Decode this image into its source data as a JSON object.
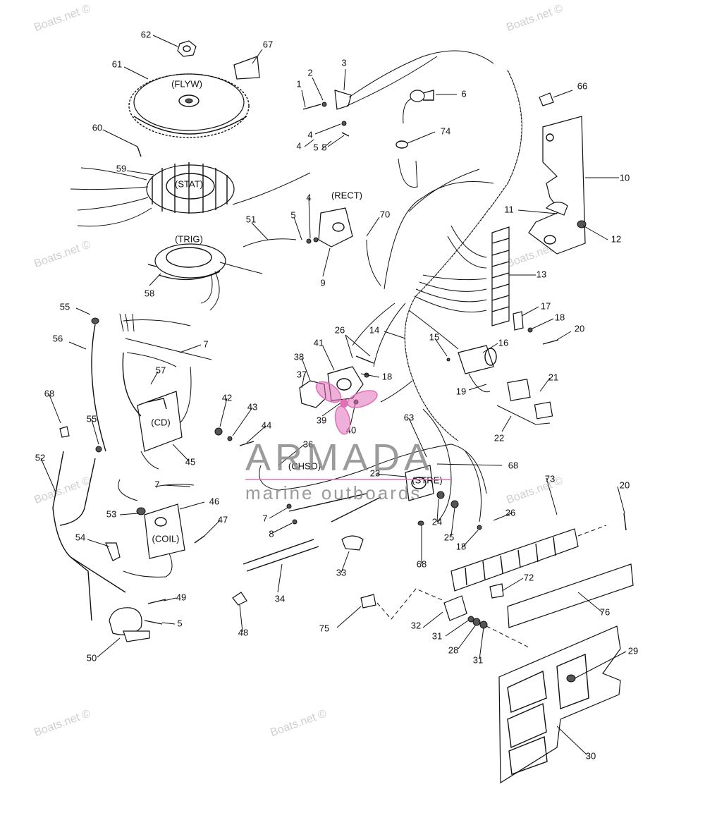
{
  "brand": {
    "logo_main": "ARMADA",
    "logo_sub": "marine outboards",
    "logo_colors": {
      "text": "#8a8a8a",
      "propeller": "#e070b8",
      "rule": "#e070b8"
    }
  },
  "watermark_text": "Boats.net ©",
  "component_tags": [
    "(FLYW)",
    "(STAT)",
    "(TRIG)",
    "(RECT)",
    "(CD)",
    "(COIL)",
    "(CHSO)",
    "(STRE)"
  ],
  "callouts": [
    {
      "num": "1"
    },
    {
      "num": "2"
    },
    {
      "num": "3"
    },
    {
      "num": "4"
    },
    {
      "num": "5"
    },
    {
      "num": "6"
    },
    {
      "num": "66"
    },
    {
      "num": "62"
    },
    {
      "num": "67"
    },
    {
      "num": "61"
    },
    {
      "num": "60"
    },
    {
      "num": "59"
    },
    {
      "num": "4"
    },
    {
      "num": "5"
    },
    {
      "num": "74"
    },
    {
      "num": "10"
    },
    {
      "num": "11"
    },
    {
      "num": "12"
    },
    {
      "num": "5"
    },
    {
      "num": "4"
    },
    {
      "num": "70"
    },
    {
      "num": "51"
    },
    {
      "num": "9"
    },
    {
      "num": "58"
    },
    {
      "num": "13"
    },
    {
      "num": "17"
    },
    {
      "num": "18"
    },
    {
      "num": "20"
    },
    {
      "num": "55"
    },
    {
      "num": "56"
    },
    {
      "num": "7"
    },
    {
      "num": "57"
    },
    {
      "num": "26"
    },
    {
      "num": "14"
    },
    {
      "num": "15"
    },
    {
      "num": "16"
    },
    {
      "num": "38"
    },
    {
      "num": "41"
    },
    {
      "num": "18"
    },
    {
      "num": "37"
    },
    {
      "num": "39"
    },
    {
      "num": "40"
    },
    {
      "num": "19"
    },
    {
      "num": "21"
    },
    {
      "num": "22"
    },
    {
      "num": "68"
    },
    {
      "num": "42"
    },
    {
      "num": "43"
    },
    {
      "num": "44"
    },
    {
      "num": "55"
    },
    {
      "num": "45"
    },
    {
      "num": "63"
    },
    {
      "num": "52"
    },
    {
      "num": "36"
    },
    {
      "num": "68"
    },
    {
      "num": "23"
    },
    {
      "num": "7"
    },
    {
      "num": "73"
    },
    {
      "num": "20"
    },
    {
      "num": "53"
    },
    {
      "num": "46"
    },
    {
      "num": "7"
    },
    {
      "num": "24"
    },
    {
      "num": "25"
    },
    {
      "num": "26"
    },
    {
      "num": "8"
    },
    {
      "num": "47"
    },
    {
      "num": "18"
    },
    {
      "num": "54"
    },
    {
      "num": "68"
    },
    {
      "num": "33"
    },
    {
      "num": "72"
    },
    {
      "num": "76"
    },
    {
      "num": "49"
    },
    {
      "num": "34"
    },
    {
      "num": "5"
    },
    {
      "num": "32"
    },
    {
      "num": "75"
    },
    {
      "num": "31"
    },
    {
      "num": "28"
    },
    {
      "num": "48"
    },
    {
      "num": "31"
    },
    {
      "num": "29"
    },
    {
      "num": "50"
    },
    {
      "num": "30"
    }
  ]
}
